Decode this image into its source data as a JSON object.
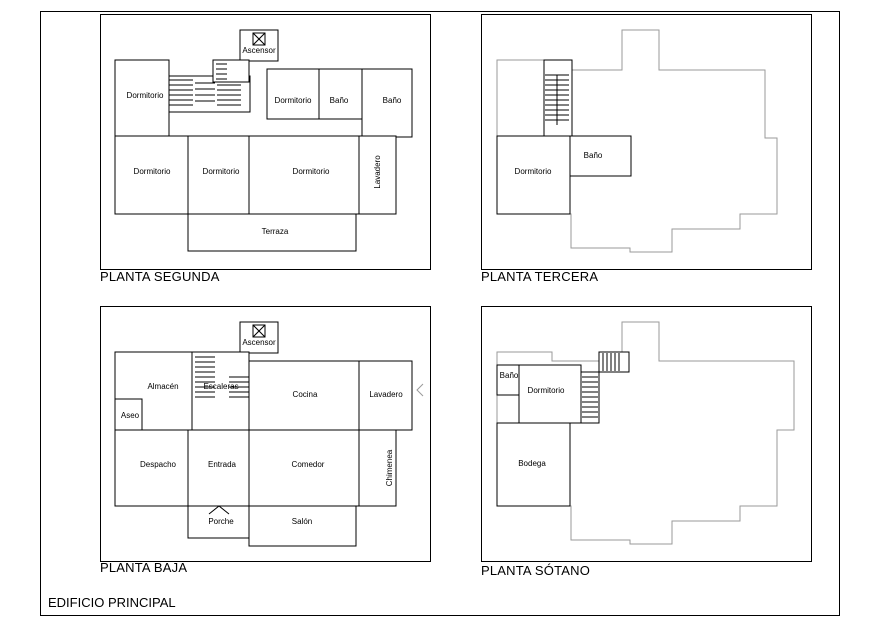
{
  "sheet_title": "EDIFICIO PRINCIPAL",
  "plans": {
    "segunda": {
      "title": "PLANTA SEGUNDA",
      "rooms": {
        "ascensor": "Ascensor",
        "dormitorio_1": "Dormitorio",
        "dormitorio_2": "Dormitorio",
        "bano_1": "Baño",
        "bano_2": "Baño",
        "dormitorio_3": "Dormitorio",
        "dormitorio_4": "Dormitorio",
        "dormitorio_5": "Dormitorio",
        "lavadero": "Lavadero",
        "terraza": "Terraza"
      }
    },
    "tercera": {
      "title": "PLANTA TERCERA",
      "rooms": {
        "dormitorio": "Dormitorio",
        "bano": "Baño"
      }
    },
    "baja": {
      "title": "PLANTA BAJA",
      "rooms": {
        "ascensor": "Ascensor",
        "almacen": "Almacén",
        "escaleras": "Escaleras",
        "aseo": "Aseo",
        "cocina": "Cocina",
        "lavadero": "Lavadero",
        "despacho": "Despacho",
        "entrada": "Entrada",
        "comedor": "Comedor",
        "chimenea": "Chimenea",
        "porche": "Porche",
        "salon": "Salón"
      }
    },
    "sotano": {
      "title": "PLANTA SÓTANO",
      "rooms": {
        "bano": "Baño",
        "dormitorio": "Dormitorio",
        "bodega": "Bodega"
      }
    }
  }
}
